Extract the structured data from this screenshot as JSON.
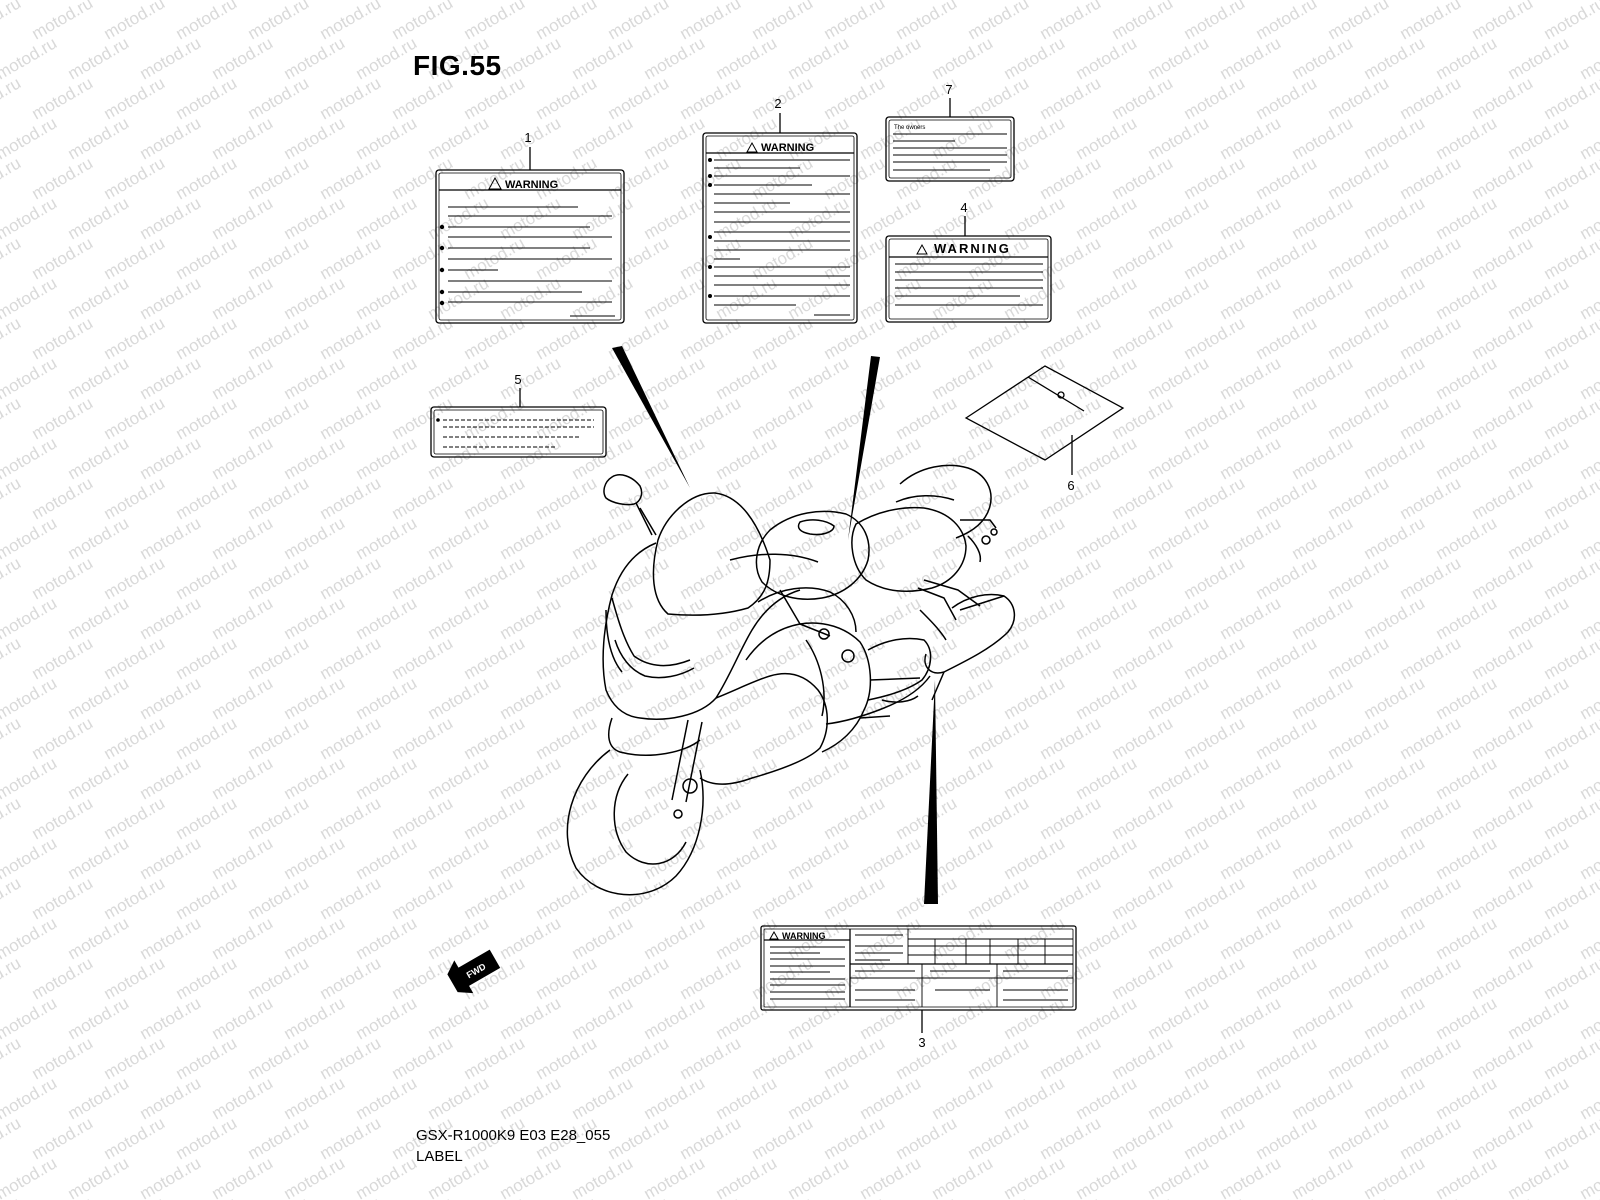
{
  "figure": {
    "title": "FIG.55",
    "model_code": "GSX-R1000K9 E03 E28_055",
    "section_name": "LABEL"
  },
  "watermark": {
    "text": "motod.ru",
    "color": "#d9d9d9"
  },
  "labels": [
    {
      "number": "1",
      "heading": "WARNING"
    },
    {
      "number": "2",
      "heading": "WARNING"
    },
    {
      "number": "3",
      "heading": "WARNING"
    },
    {
      "number": "4",
      "heading": "WARNING"
    },
    {
      "number": "5"
    },
    {
      "number": "6"
    },
    {
      "number": "7",
      "heading": "The owners"
    }
  ],
  "direction_arrow": {
    "text": "FWD",
    "icon": "fwd-arrow-icon"
  },
  "colors": {
    "line": "#000000",
    "background": "#ffffff"
  }
}
